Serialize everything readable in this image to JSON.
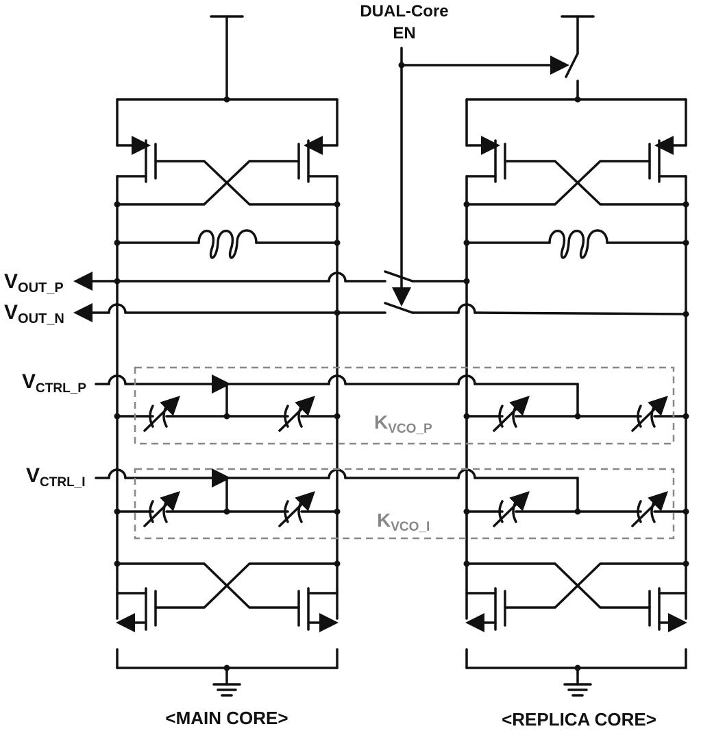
{
  "labels": {
    "dual_en_line1": "DUAL-Core",
    "dual_en_line2": "EN",
    "vout_p": {
      "main": "V",
      "sub": "OUT_P"
    },
    "vout_n": {
      "main": "V",
      "sub": "OUT_N"
    },
    "vctrl_p": {
      "main": "V",
      "sub": "CTRL_P"
    },
    "vctrl_i": {
      "main": "V",
      "sub": "CTRL_I"
    },
    "kvco_p": {
      "main": "K",
      "sub": "VCO_P"
    },
    "kvco_i": {
      "main": "K",
      "sub": "VCO_I"
    },
    "main_core": "<MAIN CORE>",
    "replica_core": "<REPLICA CORE>"
  },
  "colors": {
    "wire": "#111111",
    "dashed_box": "#888888",
    "k_label": "#888888"
  }
}
